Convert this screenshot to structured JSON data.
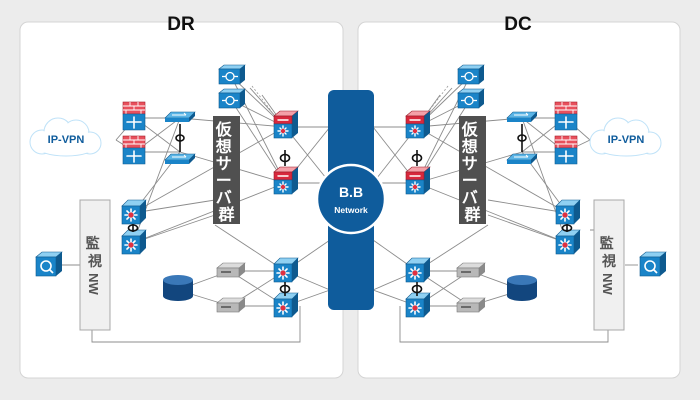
{
  "diagram": {
    "sites": [
      {
        "id": "dr",
        "title": "DR"
      },
      {
        "id": "dc",
        "title": "DC"
      }
    ],
    "backbone": {
      "line1": "B.B",
      "line2": "Network"
    },
    "cloud_label": "IP-VPN",
    "server_box_chars": [
      "仮",
      "想",
      "サ",
      "ー",
      "バ",
      "群"
    ],
    "monitor_box_chars": [
      "監",
      "視",
      "NW"
    ],
    "colors": {
      "switch": "#1a84c8",
      "switch_dark": "#0e5a8f",
      "router": "#d8283c",
      "firewall": "#e8505c",
      "backbone": "#0f5c9c",
      "storage": "#12467e",
      "label_box": "#505050",
      "panel": "#ffffff",
      "background": "#ececec"
    },
    "icons": [
      "cloud-icon",
      "firewall-icon",
      "l2-switch-icon",
      "router-icon",
      "l3-switch-icon",
      "load-balancer-icon",
      "storage-icon",
      "server-icon",
      "monitor-icon"
    ]
  }
}
